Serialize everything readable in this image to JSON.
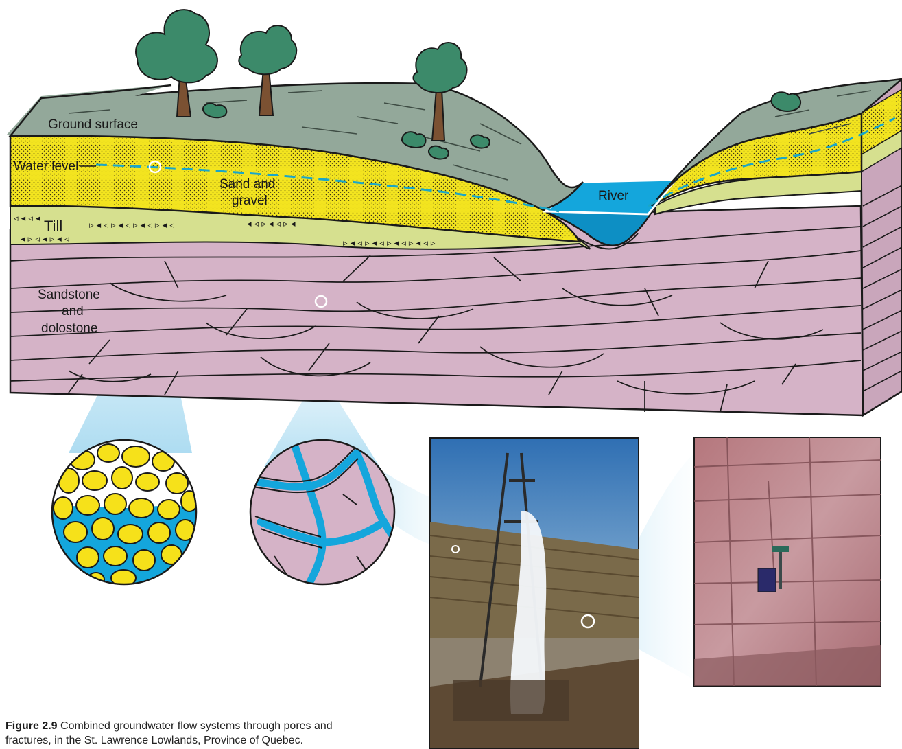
{
  "labels": {
    "ground_surface": "Ground surface",
    "water_level": "Water level",
    "sand_and_gravel_line1": "Sand and",
    "sand_and_gravel_line2": "gravel",
    "till": "Till",
    "river": "River",
    "sandstone_line1": "Sandstone",
    "sandstone_line2": "and",
    "sandstone_line3": "dolostone"
  },
  "caption": {
    "figure_number": "Figure 2.9",
    "text_line1": " Combined groundwater flow systems through pores and",
    "text_line2": "fractures, in the St. Lawrence Lowlands, Province of Quebec."
  },
  "colors": {
    "sky": "#ffffff",
    "ground_surface": "#93a89a",
    "sand_gravel": "#f3e41f",
    "till": "#d6e08f",
    "bedrock": "#d5b3c7",
    "water": "#14a6dc",
    "water_level_line": "#1aa6c8",
    "tree_foliage": "#3c8a6a",
    "tree_trunk": "#7b5132",
    "callout": "#bfe3f3"
  },
  "photos": {
    "artesian_well": "artesian well photo",
    "rock_outcrop": "fractured rock outcrop photo"
  }
}
